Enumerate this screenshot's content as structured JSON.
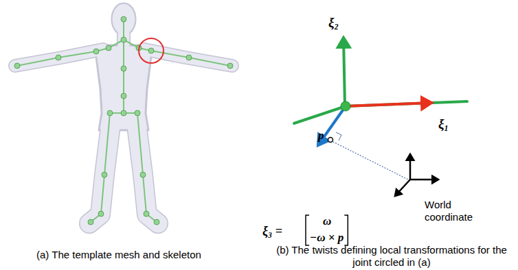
{
  "diagram": {
    "labels": [
      "ξ₂",
      "ξ₁",
      "p",
      "ξ₃ =",
      "ω",
      "−ω × p",
      "World coordinate",
      "(a) The template mesh and skeleton",
      "(b) The twists defining local transformations for the joint circled in (a)"
    ]
  }
}
